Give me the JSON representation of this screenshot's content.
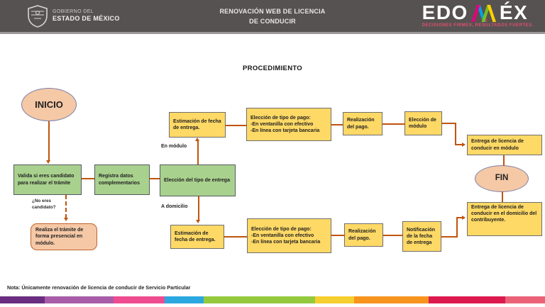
{
  "header": {
    "seal_caption_line1": "GOBIERNO DEL",
    "seal_caption_line2": "ESTADO DE MÉXICO",
    "title_line1": "RENOVACIÓN WEB DE LICENCIA",
    "title_line2": "DE CONDUCIR",
    "brand_prefix": "EDO",
    "brand_suffix": "ÉX",
    "brand_tagline": "DECISIONES FIRMES, RESULTADOS FUERTES."
  },
  "diagram": {
    "title": "PROCEDIMIENTO",
    "start_label": "INICIO",
    "end_label": "FIN",
    "validate": "Valida si eres candidato para realizar el trámite",
    "register": "Registra datos complementarios",
    "delivery_type": "Elección del tipo de entrega",
    "branch_module_label": "En módulo",
    "branch_home_label": "A domicilio",
    "not_candidate_label": "¿No eres candidato?",
    "presential": "Realiza el trámite de forma presencial en módulo.",
    "module_path": {
      "estimate": "Estimación de fecha de entrega.",
      "payment_title": "Elección de tipo de pago:",
      "payment_opt1": "-En ventanilla con efectivo",
      "payment_opt2": "-En línea con tarjeta bancaria",
      "payment": "Realización del pago.",
      "module_choice": "Elección de módulo",
      "delivery": "Entrega de licencia de conducir en módulo"
    },
    "home_path": {
      "estimate": "Estimación de fecha de entrega.",
      "payment_title": "Elección de tipo de pago:",
      "payment_opt1": "-En ventanilla con efectivo",
      "payment_opt2": "-En línea con tarjeta bancaria",
      "payment": "Realización del pago.",
      "notification": "Notificación de la fecha de entrega",
      "delivery": "Entrega de licencia de conducir en el domicilio del contribuyente."
    }
  },
  "footer": {
    "note": "Nota: Únicamente renovación de licencia de conducir de Servicio Particular",
    "stripe": [
      {
        "color": "#6A2D82",
        "width": 63
      },
      {
        "color": "#A85CA8",
        "width": 97
      },
      {
        "color": "#EF4B8F",
        "width": 72
      },
      {
        "color": "#2BA8E0",
        "width": 55
      },
      {
        "color": "#95C93D",
        "width": 157
      },
      {
        "color": "#F5CE2F",
        "width": 55
      },
      {
        "color": "#F7941E",
        "width": 105
      },
      {
        "color": "#DD1A4E",
        "width": 108
      },
      {
        "color": "#EB6277",
        "width": 56
      }
    ]
  },
  "colors": {
    "header_bg": "#575252",
    "process_green": "#A9D18E",
    "step_yellow": "#FFD966",
    "terminal_salmon": "#F5C8A6",
    "connector_orange": "#C0540E",
    "brand_tagline_pink": "#E0506E",
    "brand_mountains": [
      "#E6007E",
      "#00A3E0",
      "#E03C31",
      "#78BE20",
      "#FFD100"
    ]
  }
}
